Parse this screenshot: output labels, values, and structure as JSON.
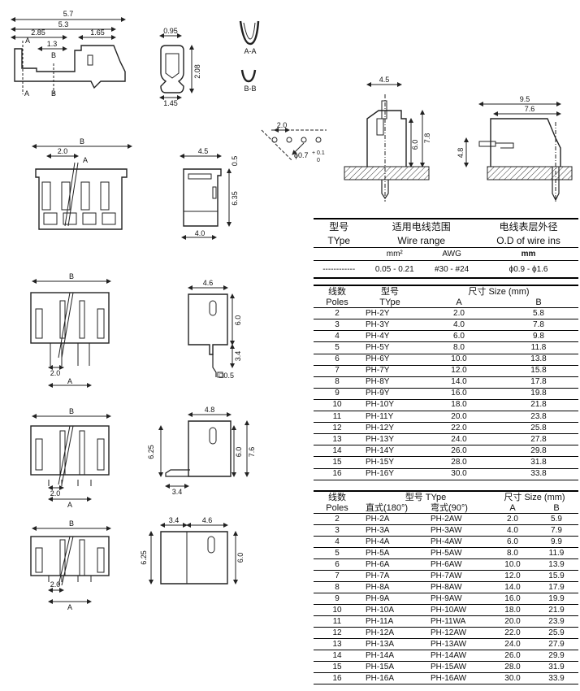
{
  "dims": {
    "side_total": "5.7",
    "side_inner": "5.3",
    "side_left": "2.85",
    "side_right": "1.65",
    "side_mid": "1.3",
    "label_a": "A",
    "label_b": "B",
    "clip_width": "0.95",
    "clip_height": "2.08",
    "clip_bottom": "1.45",
    "section_aa": "A-A",
    "section_bb": "B-B",
    "pitch": "2.0",
    "hole_dia": "ϕ0.7",
    "hole_tol_plus": "+ 0.1",
    "hole_tol_minus": "0",
    "pcb_vert_width": "4.5",
    "pcb_vert_height": "7.8",
    "pcb_vert_body": "6.0",
    "pcb_right_total": "9.5",
    "pcb_right_inner": "7.6",
    "pcb_right_height": "4.8",
    "housing_a": "A",
    "housing_b": "B",
    "housing_pitch": "2.0",
    "housing_side_top": "4.5",
    "housing_side_top2": "0.5",
    "housing_side_height": "6.35",
    "housing_side_bottom": "4.0",
    "y_label_b": "B",
    "y_pitch": "2.0",
    "y_label_a": "A",
    "y_side_top": "4.6",
    "y_side_height": "6.0",
    "y_side_pin": "3.4",
    "y_side_sq": "□0.5",
    "aw_label_b": "B",
    "aw_pitch": "2.0",
    "aw_label_a": "A",
    "aw_side_top": "4.8",
    "aw_side_left": "6.25",
    "aw_side_h1": "6.0",
    "aw_side_h2": "7.6",
    "aw_side_bottom": "3.4",
    "a_label_b": "B",
    "a_pitch": "2.0",
    "a_label_a": "A",
    "a_side_top1": "3.4",
    "a_side_top2": "4.6",
    "a_side_left": "6.25",
    "a_side_right": "6.0"
  },
  "wire_table": {
    "col1_cn": "型号",
    "col1_en": "TYpe",
    "col2_cn": "适用电线范围",
    "col2_en": "Wire range",
    "col3_cn": "电线表层外径",
    "col3_en": "O.D of wire ins",
    "unit_mm2": "mm²",
    "unit_awg": "AWG",
    "unit_mm": "mm",
    "row_type": "------------",
    "row_mm2": "0.05 - 0.21",
    "row_awg": "#30 - #24",
    "row_od": "ϕ0.9 - ϕ1.6"
  },
  "y_table": {
    "h_poles_cn": "线数",
    "h_poles_en": "Poles",
    "h_type_cn": "型号",
    "h_type_en": "TYpe",
    "h_size": "尺寸 Size (mm)",
    "h_a": "A",
    "h_b": "B",
    "rows": [
      {
        "poles": "2",
        "type": "PH-2Y",
        "a": "2.0",
        "b": "5.8"
      },
      {
        "poles": "3",
        "type": "PH-3Y",
        "a": "4.0",
        "b": "7.8"
      },
      {
        "poles": "4",
        "type": "PH-4Y",
        "a": "6.0",
        "b": "9.8"
      },
      {
        "poles": "5",
        "type": "PH-5Y",
        "a": "8.0",
        "b": "11.8"
      },
      {
        "poles": "6",
        "type": "PH-6Y",
        "a": "10.0",
        "b": "13.8"
      },
      {
        "poles": "7",
        "type": "PH-7Y",
        "a": "12.0",
        "b": "15.8"
      },
      {
        "poles": "8",
        "type": "PH-8Y",
        "a": "14.0",
        "b": "17.8"
      },
      {
        "poles": "9",
        "type": "PH-9Y",
        "a": "16.0",
        "b": "19.8"
      },
      {
        "poles": "10",
        "type": "PH-10Y",
        "a": "18.0",
        "b": "21.8"
      },
      {
        "poles": "11",
        "type": "PH-11Y",
        "a": "20.0",
        "b": "23.8"
      },
      {
        "poles": "12",
        "type": "PH-12Y",
        "a": "22.0",
        "b": "25.8"
      },
      {
        "poles": "13",
        "type": "PH-13Y",
        "a": "24.0",
        "b": "27.8"
      },
      {
        "poles": "14",
        "type": "PH-14Y",
        "a": "26.0",
        "b": "29.8"
      },
      {
        "poles": "15",
        "type": "PH-15Y",
        "a": "28.0",
        "b": "31.8"
      },
      {
        "poles": "16",
        "type": "PH-16Y",
        "a": "30.0",
        "b": "33.8"
      }
    ]
  },
  "a_table": {
    "h_poles_cn": "线数",
    "h_poles_en": "Poles",
    "h_type": "型号 TYpe",
    "h_straight": "直式(180°)",
    "h_bent": "弯式(90°)",
    "h_size": "尺寸 Size (mm)",
    "h_a": "A",
    "h_b": "B",
    "rows": [
      {
        "poles": "2",
        "straight": "PH-2A",
        "bent": "PH-2AW",
        "a": "2.0",
        "b": "5.9"
      },
      {
        "poles": "3",
        "straight": "PH-3A",
        "bent": "PH-3AW",
        "a": "4.0",
        "b": "7.9"
      },
      {
        "poles": "4",
        "straight": "PH-4A",
        "bent": "PH-4AW",
        "a": "6.0",
        "b": "9.9"
      },
      {
        "poles": "5",
        "straight": "PH-5A",
        "bent": "PH-5AW",
        "a": "8.0",
        "b": "11.9"
      },
      {
        "poles": "6",
        "straight": "PH-6A",
        "bent": "PH-6AW",
        "a": "10.0",
        "b": "13.9"
      },
      {
        "poles": "7",
        "straight": "PH-7A",
        "bent": "PH-7AW",
        "a": "12.0",
        "b": "15.9"
      },
      {
        "poles": "8",
        "straight": "PH-8A",
        "bent": "PH-8AW",
        "a": "14.0",
        "b": "17.9"
      },
      {
        "poles": "9",
        "straight": "PH-9A",
        "bent": "PH-9AW",
        "a": "16.0",
        "b": "19.9"
      },
      {
        "poles": "10",
        "straight": "PH-10A",
        "bent": "PH-10AW",
        "a": "18.0",
        "b": "21.9"
      },
      {
        "poles": "11",
        "straight": "PH-11A",
        "bent": "PH-11WA",
        "a": "20.0",
        "b": "23.9"
      },
      {
        "poles": "12",
        "straight": "PH-12A",
        "bent": "PH-12AW",
        "a": "22.0",
        "b": "25.9"
      },
      {
        "poles": "13",
        "straight": "PH-13A",
        "bent": "PH-13AW",
        "a": "24.0",
        "b": "27.9"
      },
      {
        "poles": "14",
        "straight": "PH-14A",
        "bent": "PH-14AW",
        "a": "26.0",
        "b": "29.9"
      },
      {
        "poles": "15",
        "straight": "PH-15A",
        "bent": "PH-15AW",
        "a": "28.0",
        "b": "31.9"
      },
      {
        "poles": "16",
        "straight": "PH-16A",
        "bent": "PH-16AW",
        "a": "30.0",
        "b": "33.9"
      }
    ]
  }
}
